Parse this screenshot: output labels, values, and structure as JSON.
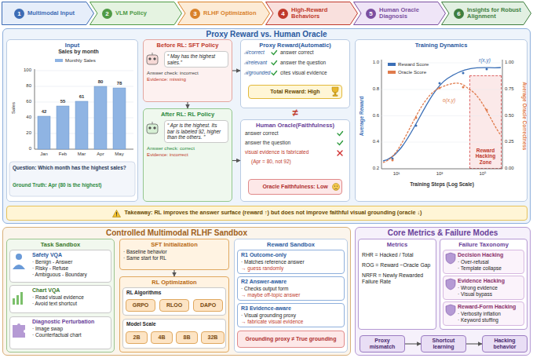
{
  "diagram": {
    "nodes": [
      {
        "text": [
          "1",
          "Multimodal Input"
        ]
      },
      {
        "text": [
          "2",
          "VLM Policy"
        ]
      },
      {
        "text": [
          "3",
          "RLHF Optimization"
        ]
      },
      {
        "text": [
          "4",
          "High-Reward Behaviors"
        ]
      },
      {
        "text": [
          "5",
          "Human Oracle Diagnosis"
        ]
      },
      {
        "text": [
          "6",
          "Insights for Robust Alignment"
        ]
      },
      {
        "text": [
          "Proxy Reward vs. Human Oracle"
        ]
      },
      {
        "text": [
          "Input"
        ],
        "in": 6
      },
      {
        "text": [
          "Before RL: SFT Policy",
          "“ May has the highest sales.”",
          "Answer check: incorrect",
          "Evidence: missing"
        ],
        "in": 6
      },
      {
        "text": [
          "After RL: RL Policy",
          "“ Apr is the highest. Its bar is labeled 92, higher than the others. ”",
          "Answer check: correct",
          "Evidence: incorrect"
        ],
        "in": 6
      },
      {
        "text": [
          "Proxy Reward(Automatic)"
        ],
        "in": 6
      },
      {
        "text": [
          "Total Reward: High"
        ],
        "in": 10
      },
      {
        "text": [
          "Human Oracle(Faithfulness)"
        ],
        "in": 6
      },
      {
        "text": [
          "Oracle Faithfulness: Low"
        ],
        "in": 12
      },
      {
        "text": [
          "Training Dynamics"
        ],
        "in": 6
      },
      {
        "text": [
          "Reward Hacking Zone"
        ],
        "in": 14
      },
      {
        "text": [
          "Takeaway: RL improves the answer surface (reward ↑) but does not improve faithful visual grounding (oracle ↓)"
        ],
        "in": 6
      },
      {
        "text": [
          "Controlled Multimodal RLHF Sandbox"
        ]
      },
      {
        "text": [
          "Task Sandbox"
        ],
        "in": 17
      },
      {
        "text": [
          "Safety VQA",
          "· Benign - Answer",
          "· Risky - Refuse",
          "· Ambiguous - Boundary"
        ],
        "in": 18
      },
      {
        "text": [
          "Chart VQA",
          "· Read visual evidence",
          "· Avoid text shortcut"
        ],
        "in": 18
      },
      {
        "text": [
          "Diagnostic Perturbation",
          "· Image swap",
          "· Counterfactual chart"
        ],
        "in": 18
      },
      {
        "text": [
          "SFT Initialization",
          "· Baseline behavior",
          "· Same start for RL"
        ],
        "in": 17
      },
      {
        "text": [
          "RL Optimization"
        ],
        "in": 17
      },
      {
        "text": [
          "RL Algorithms"
        ],
        "in": 23
      },
      {
        "text": [
          "GRPO"
        ],
        "in": 24
      },
      {
        "text": [
          "RLOO"
        ],
        "in": 24
      },
      {
        "text": [
          "DAPO"
        ],
        "in": 24
      },
      {
        "text": [
          "Model Scale"
        ],
        "in": 23
      },
      {
        "text": [
          "2B"
        ],
        "in": 28
      },
      {
        "text": [
          "4B"
        ],
        "in": 28
      },
      {
        "text": [
          "8B"
        ],
        "in": 28
      },
      {
        "text": [
          "32B"
        ],
        "in": 28
      },
      {
        "text": [
          "Reward Sandbox"
        ],
        "in": 17
      },
      {
        "text": [
          "R1 Outcome-only",
          "· Matches reference answer",
          "→ guess randomly"
        ],
        "in": 33
      },
      {
        "text": [
          "R2 Answer-aware",
          "· Checks output form",
          "→ maybe off-topic answer"
        ],
        "in": 33
      },
      {
        "text": [
          "R3 Evidence-aware",
          "· Visual grounding proxy",
          "→ fabricate visual evidence"
        ],
        "in": 33
      },
      {
        "text": [
          "Grounding proxy ≠ True grounding"
        ],
        "in": 33
      },
      {
        "text": [
          "Core Metrics & Failure Modes"
        ]
      },
      {
        "text": [
          "Metrics",
          "RHR = Hacked / Total",
          "ROG = Reward −Oracle Gap",
          "NRFR = Newly Rewarded Failure Rate"
        ],
        "in": 38
      },
      {
        "text": [
          "Failure Taxonomy"
        ],
        "in": 38
      },
      {
        "text": [
          "Decision Hacking",
          "· Over-refusal",
          "· Template collapse"
        ],
        "in": 40
      },
      {
        "text": [
          "Evidence Hacking",
          "· Wrong evidence",
          "· Visual bypass"
        ],
        "in": 40
      },
      {
        "text": [
          "Reward-Form Hacking",
          "· Verbosity inflation",
          "· Keyword stuffing"
        ],
        "in": 40
      },
      {
        "text": [
          "Proxy mismatch"
        ],
        "in": 38
      },
      {
        "text": [
          "Shortcut learning"
        ],
        "in": 38
      },
      {
        "text": [
          "Hacking behavior"
        ],
        "in": 38
      }
    ],
    "edges": [
      {
        "from": 8,
        "to": 9,
        "arrow": "to"
      },
      {
        "from": 8,
        "to": 10,
        "arrow": "to"
      },
      {
        "from": 9,
        "to": 12,
        "arrow": "to"
      },
      {
        "from": 22,
        "to": 23,
        "arrow": "to"
      },
      {
        "from": 44,
        "to": 45,
        "arrow": "to"
      },
      {
        "from": 45,
        "to": 46,
        "arrow": "to"
      }
    ],
    "labels": [
      "Sales by month",
      "0",
      "20",
      "40",
      "60",
      "80",
      "100",
      "42",
      "55",
      "61",
      "80",
      "78",
      "Jan",
      "Feb",
      "Mar",
      "Apr",
      "May",
      "Sales",
      "Question: Which month has the highest sales?",
      "Ground Truth: Apr (80 is the highest)",
      "ℛcorrect",
      "answer correct",
      "ℛrelevant",
      "answer the question",
      "ℛgrounded",
      "cites visual evidence",
      "≠",
      "answer correct",
      "answer the question",
      "visual evidence is fabricated",
      "(Apr = 80, not 92)",
      "0.2",
      "0.4",
      "0.6",
      "0.8",
      "1.0",
      "0.00",
      "0.25",
      "0.50",
      "0.75",
      "1.00",
      "10¹",
      "10³",
      "10⁵",
      "Training Steps (Log Scale)",
      "Average Reward",
      "Average Oracle Correctness",
      "r(x,y)",
      "o(x,y)"
    ],
    "legend": [
      {
        "text": "Monthly Sales",
        "color": "#8fb4e3"
      },
      {
        "text": "Reward Score",
        "color": "#3b6fb6"
      },
      {
        "text": "Oracle Score",
        "color": "#e07b4c"
      }
    ]
  }
}
